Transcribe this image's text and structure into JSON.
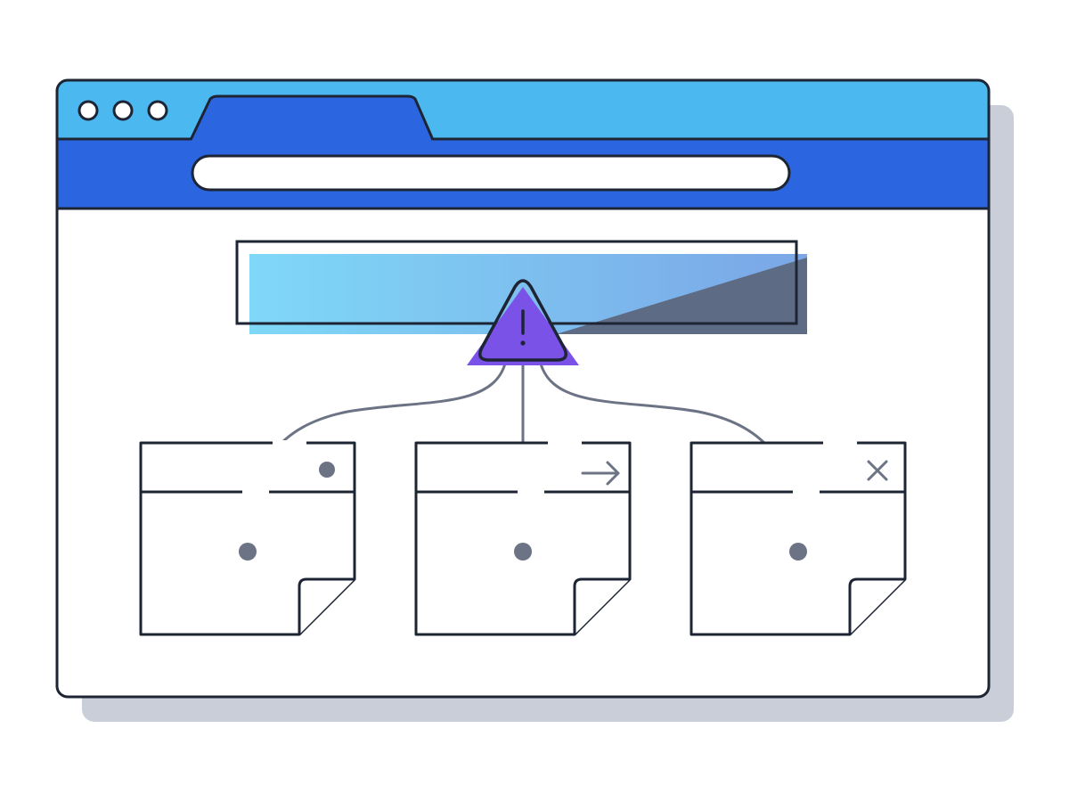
{
  "window": {
    "window_controls": [
      "window-control-dot",
      "window-control-dot",
      "window-control-dot"
    ],
    "tab": {
      "label": ""
    },
    "address_bar": {
      "value": "",
      "placeholder": ""
    }
  },
  "progress": {
    "fraction": 0.55,
    "state": "error",
    "status_icon": "warning-triangle-icon"
  },
  "cards": [
    {
      "action_icon": "dot-icon",
      "label": ""
    },
    {
      "action_icon": "arrow-right-icon",
      "label": ""
    },
    {
      "action_icon": "close-icon",
      "label": ""
    }
  ],
  "colors": {
    "outline": "#1d2433",
    "tab_strip": "#4bb8f0",
    "toolbar": "#2b66e0",
    "shadow": "#c9ced8",
    "progress_start": "#7fd8f8",
    "progress_end": "#7ba6e6",
    "progress_remaining": "#5e6b85",
    "warning_fill": "#7a52e8",
    "connector": "#6b7385"
  }
}
